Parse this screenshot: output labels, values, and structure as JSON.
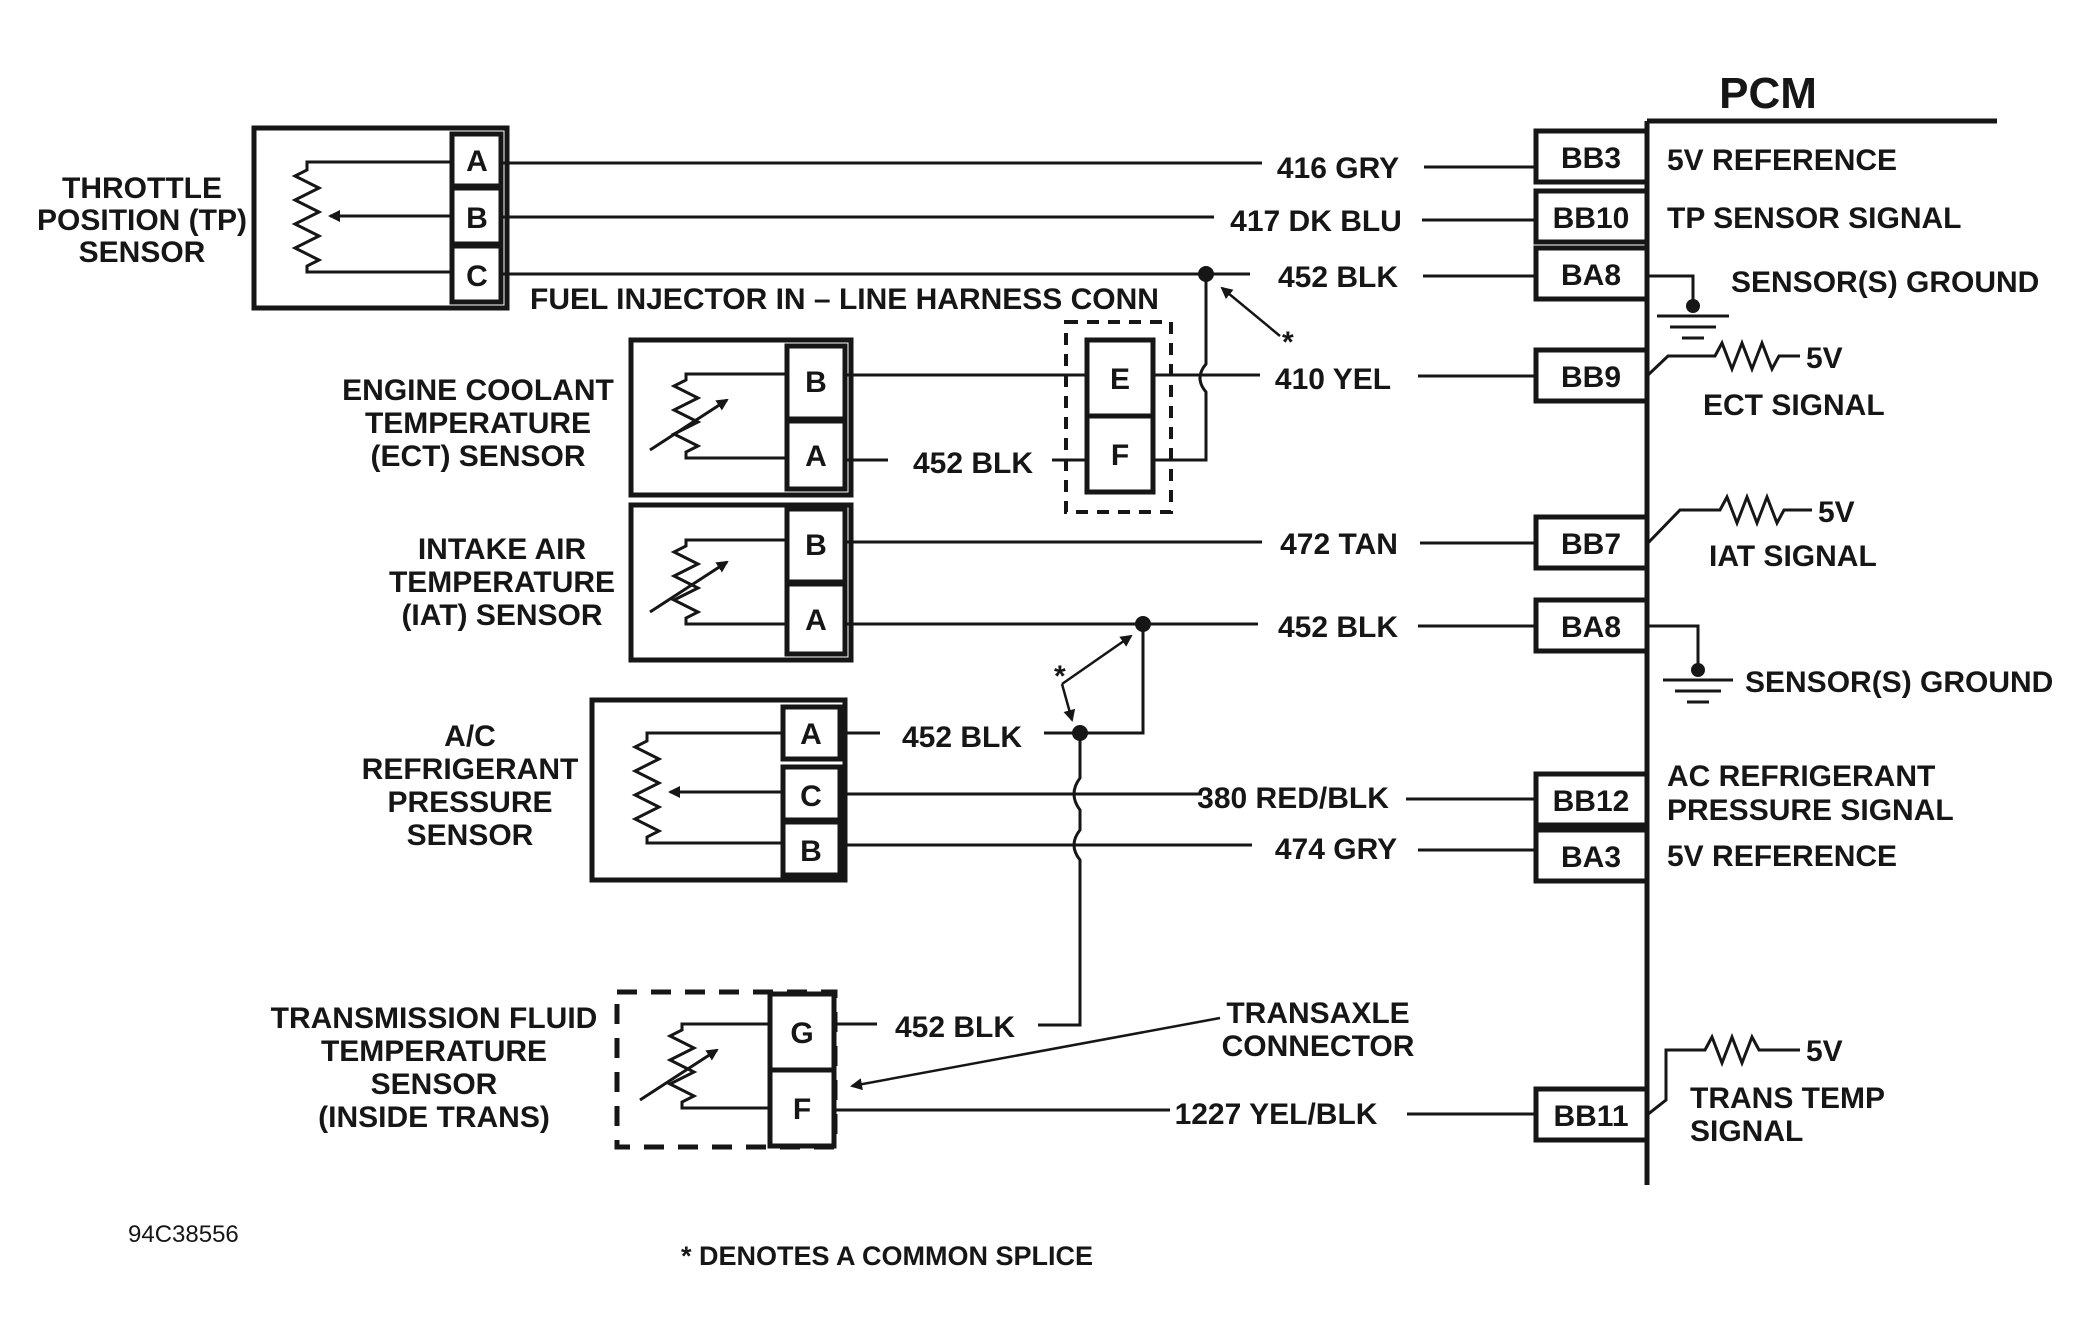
{
  "pcm": {
    "title": "PCM",
    "terminals": {
      "bb3": "BB3",
      "bb10": "BB10",
      "ba8_top": "BA8",
      "bb9": "BB9",
      "bb7": "BB7",
      "ba8_mid": "BA8",
      "bb12": "BB12",
      "ba3": "BA3",
      "bb11": "BB11"
    },
    "labels": {
      "bb3": "5V REFERENCE",
      "bb10": "TP SENSOR  SIGNAL",
      "ground_top": "SENSOR(S) GROUND",
      "ect_5v": "5V",
      "ect_signal": "ECT SIGNAL",
      "iat_5v": "5V",
      "iat_signal": "IAT SIGNAL",
      "ground_mid": "SENSOR(S) GROUND",
      "bb12_line1": "AC REFRIGERANT",
      "bb12_line2": "PRESSURE SIGNAL",
      "ba3": "5V REFERENCE",
      "trans_5v": "5V",
      "trans_line1": "TRANS TEMP",
      "trans_line2": "SIGNAL"
    }
  },
  "sensors": {
    "tp": {
      "lines": [
        "THROTTLE",
        "POSITION (TP)",
        "SENSOR"
      ],
      "pins": [
        "A",
        "B",
        "C"
      ]
    },
    "ect": {
      "lines": [
        "ENGINE COOLANT",
        "TEMPERATURE",
        "(ECT) SENSOR"
      ],
      "pins": [
        "B",
        "A"
      ]
    },
    "iat": {
      "lines": [
        "INTAKE AIR",
        "TEMPERATURE",
        "(IAT) SENSOR"
      ],
      "pins": [
        "B",
        "A"
      ]
    },
    "ac": {
      "lines": [
        "A/C",
        "REFRIGERANT",
        "PRESSURE",
        "SENSOR"
      ],
      "pins": [
        "A",
        "C",
        "B"
      ]
    },
    "tft": {
      "lines": [
        "TRANSMISSION FLUID",
        "TEMPERATURE",
        "SENSOR",
        "(INSIDE TRANS)"
      ],
      "pins": [
        "G",
        "F"
      ]
    }
  },
  "inline_connector": {
    "label": "FUEL INJECTOR IN – LINE HARNESS CONN",
    "pins": [
      "E",
      "F"
    ]
  },
  "transaxle": {
    "line1": "TRANSAXLE",
    "line2": "CONNECTOR"
  },
  "wires": {
    "w416": "416 GRY",
    "w417": "417 DK BLU",
    "w452_tp": "452 BLK",
    "w410": "410 YEL",
    "w452_ect": "452 BLK",
    "w472": "472 TAN",
    "w452_iat": "452 BLK",
    "w452_ac": "452 BLK",
    "w380": "380 RED/BLK",
    "w474": "474 GRY",
    "w452_tft": "452 BLK",
    "w1227": "1227 YEL/BLK"
  },
  "splice_marker_1": "*",
  "splice_marker_2": "*",
  "footnote": "* DENOTES A COMMON SPLICE",
  "figure_code": "94C38556"
}
